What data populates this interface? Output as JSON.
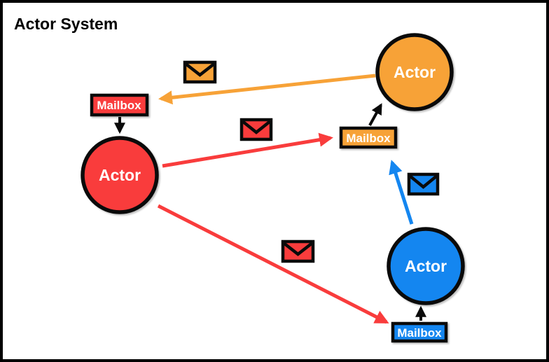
{
  "title": "Actor System",
  "colors": {
    "orange": "#F7A237",
    "red": "#F93C3C",
    "blue": "#1486F0",
    "outline": "#0A0A0A",
    "background": "#FFFFFF",
    "label_text": "#FFFFFF"
  },
  "actors": [
    {
      "id": "actor-orange",
      "label": "Actor",
      "color": "#F7A237"
    },
    {
      "id": "actor-red",
      "label": "Actor",
      "color": "#F93C3C"
    },
    {
      "id": "actor-blue",
      "label": "Actor",
      "color": "#1486F0"
    }
  ],
  "mailboxes": [
    {
      "id": "mailbox-red",
      "label": "Mailbox",
      "color": "#F93C3C",
      "owner": "actor-red"
    },
    {
      "id": "mailbox-orange",
      "label": "Mailbox",
      "color": "#F7A237",
      "owner": "actor-orange"
    },
    {
      "id": "mailbox-blue",
      "label": "Mailbox",
      "color": "#1486F0",
      "owner": "actor-blue"
    }
  ],
  "messages": [
    {
      "id": "message-orange-to-red-mailbox",
      "icon": "envelope-icon",
      "color": "#F7A237",
      "from": "actor-orange",
      "to": "mailbox-red"
    },
    {
      "id": "message-red-to-orange-mailbox",
      "icon": "envelope-icon",
      "color": "#F93C3C",
      "from": "actor-red",
      "to": "mailbox-orange"
    },
    {
      "id": "message-blue-to-orange-mailbox",
      "icon": "envelope-icon",
      "color": "#1486F0",
      "from": "actor-blue",
      "to": "mailbox-orange"
    },
    {
      "id": "message-red-to-blue-mailbox",
      "icon": "envelope-icon",
      "color": "#F93C3C",
      "from": "actor-red",
      "to": "mailbox-blue"
    }
  ],
  "delivery_links": [
    {
      "from": "mailbox-red",
      "to": "actor-red"
    },
    {
      "from": "mailbox-orange",
      "to": "actor-orange"
    },
    {
      "from": "mailbox-blue",
      "to": "actor-blue"
    }
  ]
}
